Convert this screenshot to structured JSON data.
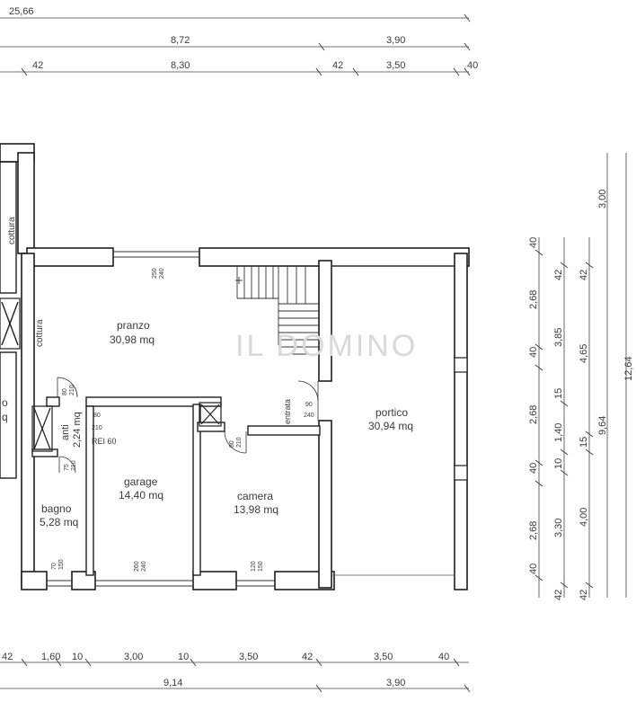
{
  "dimensions": {
    "top": {
      "overall": "25,66",
      "row2": [
        "8,72",
        "3,90"
      ],
      "row3": [
        "42",
        "8,30",
        "42",
        "3,50",
        "40"
      ]
    },
    "bottom": {
      "row1": [
        "42",
        "1,60",
        "10",
        "3,00",
        "10",
        "3,50",
        "42",
        "3,50",
        "40"
      ],
      "row2": [
        "9,14",
        "3,90"
      ]
    },
    "right": {
      "col1": [
        "40",
        "2,68",
        "40",
        "2,68",
        "40",
        "2,68",
        "40"
      ],
      "col2": [
        "42",
        "3,85",
        "15",
        "1,40",
        "10",
        "3,30",
        "42"
      ],
      "col3": [
        "42",
        "4,65",
        "15",
        "4,00",
        "42"
      ],
      "col4": [
        "3,00",
        "9,64"
      ],
      "col5": [
        "12,64"
      ]
    }
  },
  "rooms": {
    "cottura_top": "cottura",
    "cottura_left": "cottura",
    "pranzo_name": "pranzo",
    "pranzo_area": "30,98 mq",
    "portico_name": "portico",
    "portico_area": "30,94 mq",
    "garage_name": "garage",
    "garage_area": "14,40 mq",
    "camera_name": "camera",
    "camera_area": "13,98 mq",
    "bagno_name": "bagno",
    "bagno_area": "5,28 mq",
    "anti_name": "anti",
    "anti_area": "2,24 mq",
    "cut_left_top": "o",
    "cut_left_bottom": "q"
  },
  "openings": {
    "pranzo_window": [
      "250",
      "240"
    ],
    "anti_door": [
      "80",
      "210"
    ],
    "garage_door": [
      "80",
      "210"
    ],
    "rei": "REI 60",
    "entrata_label": "entrata",
    "entrata_door": [
      "90",
      "240"
    ],
    "camera_door": [
      "80",
      "210"
    ],
    "bagno_door": [
      "75",
      "210"
    ],
    "bagno_window": [
      "70",
      "150"
    ],
    "garage_window": [
      "260",
      "240"
    ],
    "camera_window": [
      "120",
      "150"
    ]
  },
  "watermark": "IL DOMINO"
}
